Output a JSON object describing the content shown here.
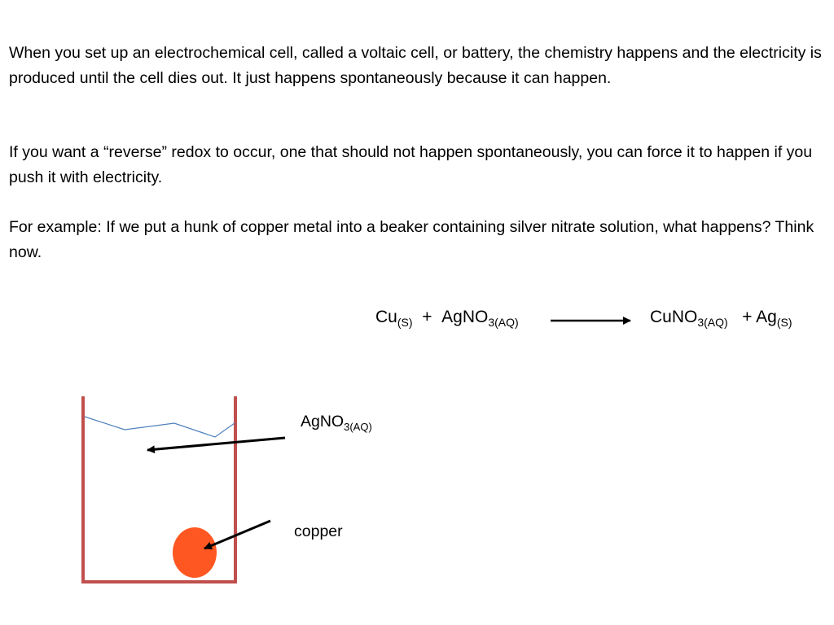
{
  "paragraphs": [
    "When you set up an electrochemical cell, called a voltaic cell, or battery, the chemistry happens and the electricity is produced until the cell dies out.  It just happens spontaneously because it can happen.",
    "If you want a “reverse” redox to occur, one that should not happen spontaneously, you can force it to happen if you push it with electricity.",
    "For example:  If we put a hunk of copper metal into a beaker containing silver nitrate solution, what happens?  Think now."
  ],
  "equation": {
    "reactant1": "Cu",
    "reactant1_state": "(S)",
    "plus1": "+",
    "reactant2": "AgNO",
    "reactant2_sub": "3(AQ)",
    "product1": "CuNO",
    "product1_sub": "3(AQ)",
    "plus2": "+ Ag",
    "product2_state": "(S)"
  },
  "diagram": {
    "solution_label": "AgNO",
    "solution_label_sub": "3(AQ)",
    "metal_label": "copper",
    "colors": {
      "beaker": "#c0504d",
      "liquid_line": "#4f81bd",
      "copper": "#ff5722",
      "arrow": "#000000"
    }
  }
}
